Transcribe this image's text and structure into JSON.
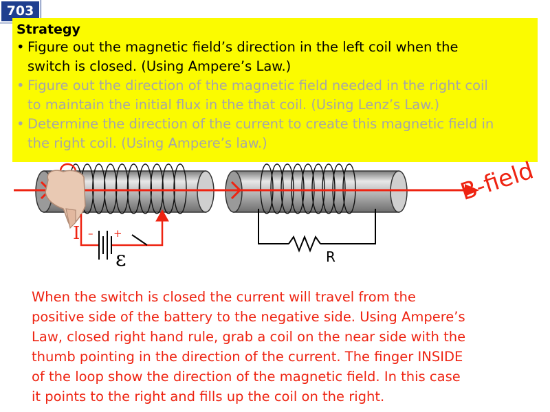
{
  "slide_number": "703",
  "strategy": {
    "title": "Strategy",
    "bullets": [
      {
        "line1": "Figure out the magnetic field’s direction in the left coil when the",
        "line2": "switch is closed. (Using Ampere’s Law.)"
      },
      {
        "line1": "Figure out the direction of the magnetic field needed in the right coil",
        "line2": "to maintain the initial flux in the that coil. (Using Lenz’s Law.)"
      },
      {
        "line1": "Determine the direction of the current to create this magnetic field in",
        "line2": "the right coil. (Using Ampere’s law.)"
      }
    ]
  },
  "diagram": {
    "b_field_label": "B-field",
    "current_label": "I",
    "emf_label": "ε",
    "resistor_label": "R",
    "battery_plus": "+",
    "battery_minus": "–"
  },
  "explanation": {
    "lines": [
      "When the switch is closed the current will travel from the",
      "positive side of the battery to the negative side. Using Ampere’s",
      "Law, closed right hand rule, grab a coil on the near side with the",
      "thumb pointing in the direction of the current. The finger INSIDE",
      "of the loop show the direction of the magnetic field. In this case",
      "it points to the right and fills up the coil on the right."
    ]
  },
  "colors": {
    "accent_red": "#ee2311",
    "highlight_yellow": "#fbfb00",
    "badge_blue": "#1f3f8f"
  }
}
